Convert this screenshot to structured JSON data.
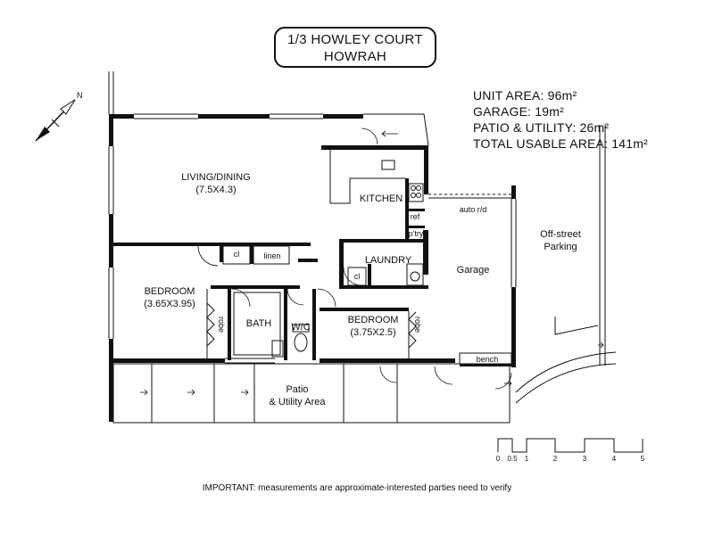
{
  "title": {
    "line1": "1/3 HOWLEY COURT",
    "line2": "HOWRAH"
  },
  "areas": [
    "UNIT AREA: 96m²",
    "GARAGE: 19m²",
    "PATIO & UTILITY: 26m²",
    "TOTAL USABLE AREA: 141m²"
  ],
  "rooms": {
    "living_name": "LIVING/DINING",
    "living_size": "(7.5X4.3)",
    "kitchen": "KITCHEN",
    "ref": "ref",
    "pantry": "p'try",
    "laundry": "LAUNDRY",
    "cl_laundry": "cl",
    "cl_hall": "cl",
    "linen": "linen",
    "bed1_name": "BEDROOM",
    "bed1_size": "(3.65X3.95)",
    "robe1": "robe",
    "bath": "BATH",
    "wc": "W/C",
    "bed2_name": "BEDROOM",
    "bed2_size": "(3.75X2.5)",
    "robe2": "robe",
    "garage": "Garage",
    "auto_door": "auto r/d",
    "offstreet_1": "Off-street",
    "offstreet_2": "Parking",
    "bench": "bench",
    "patio_1": "Patio",
    "patio_2": "& Utility Area"
  },
  "scale": {
    "labels": [
      "0",
      "0.5",
      "1",
      "2",
      "3",
      "4",
      "5"
    ]
  },
  "north_label": "N",
  "note": "IMPORTANT: measurements are approximate-interested parties need to verify"
}
